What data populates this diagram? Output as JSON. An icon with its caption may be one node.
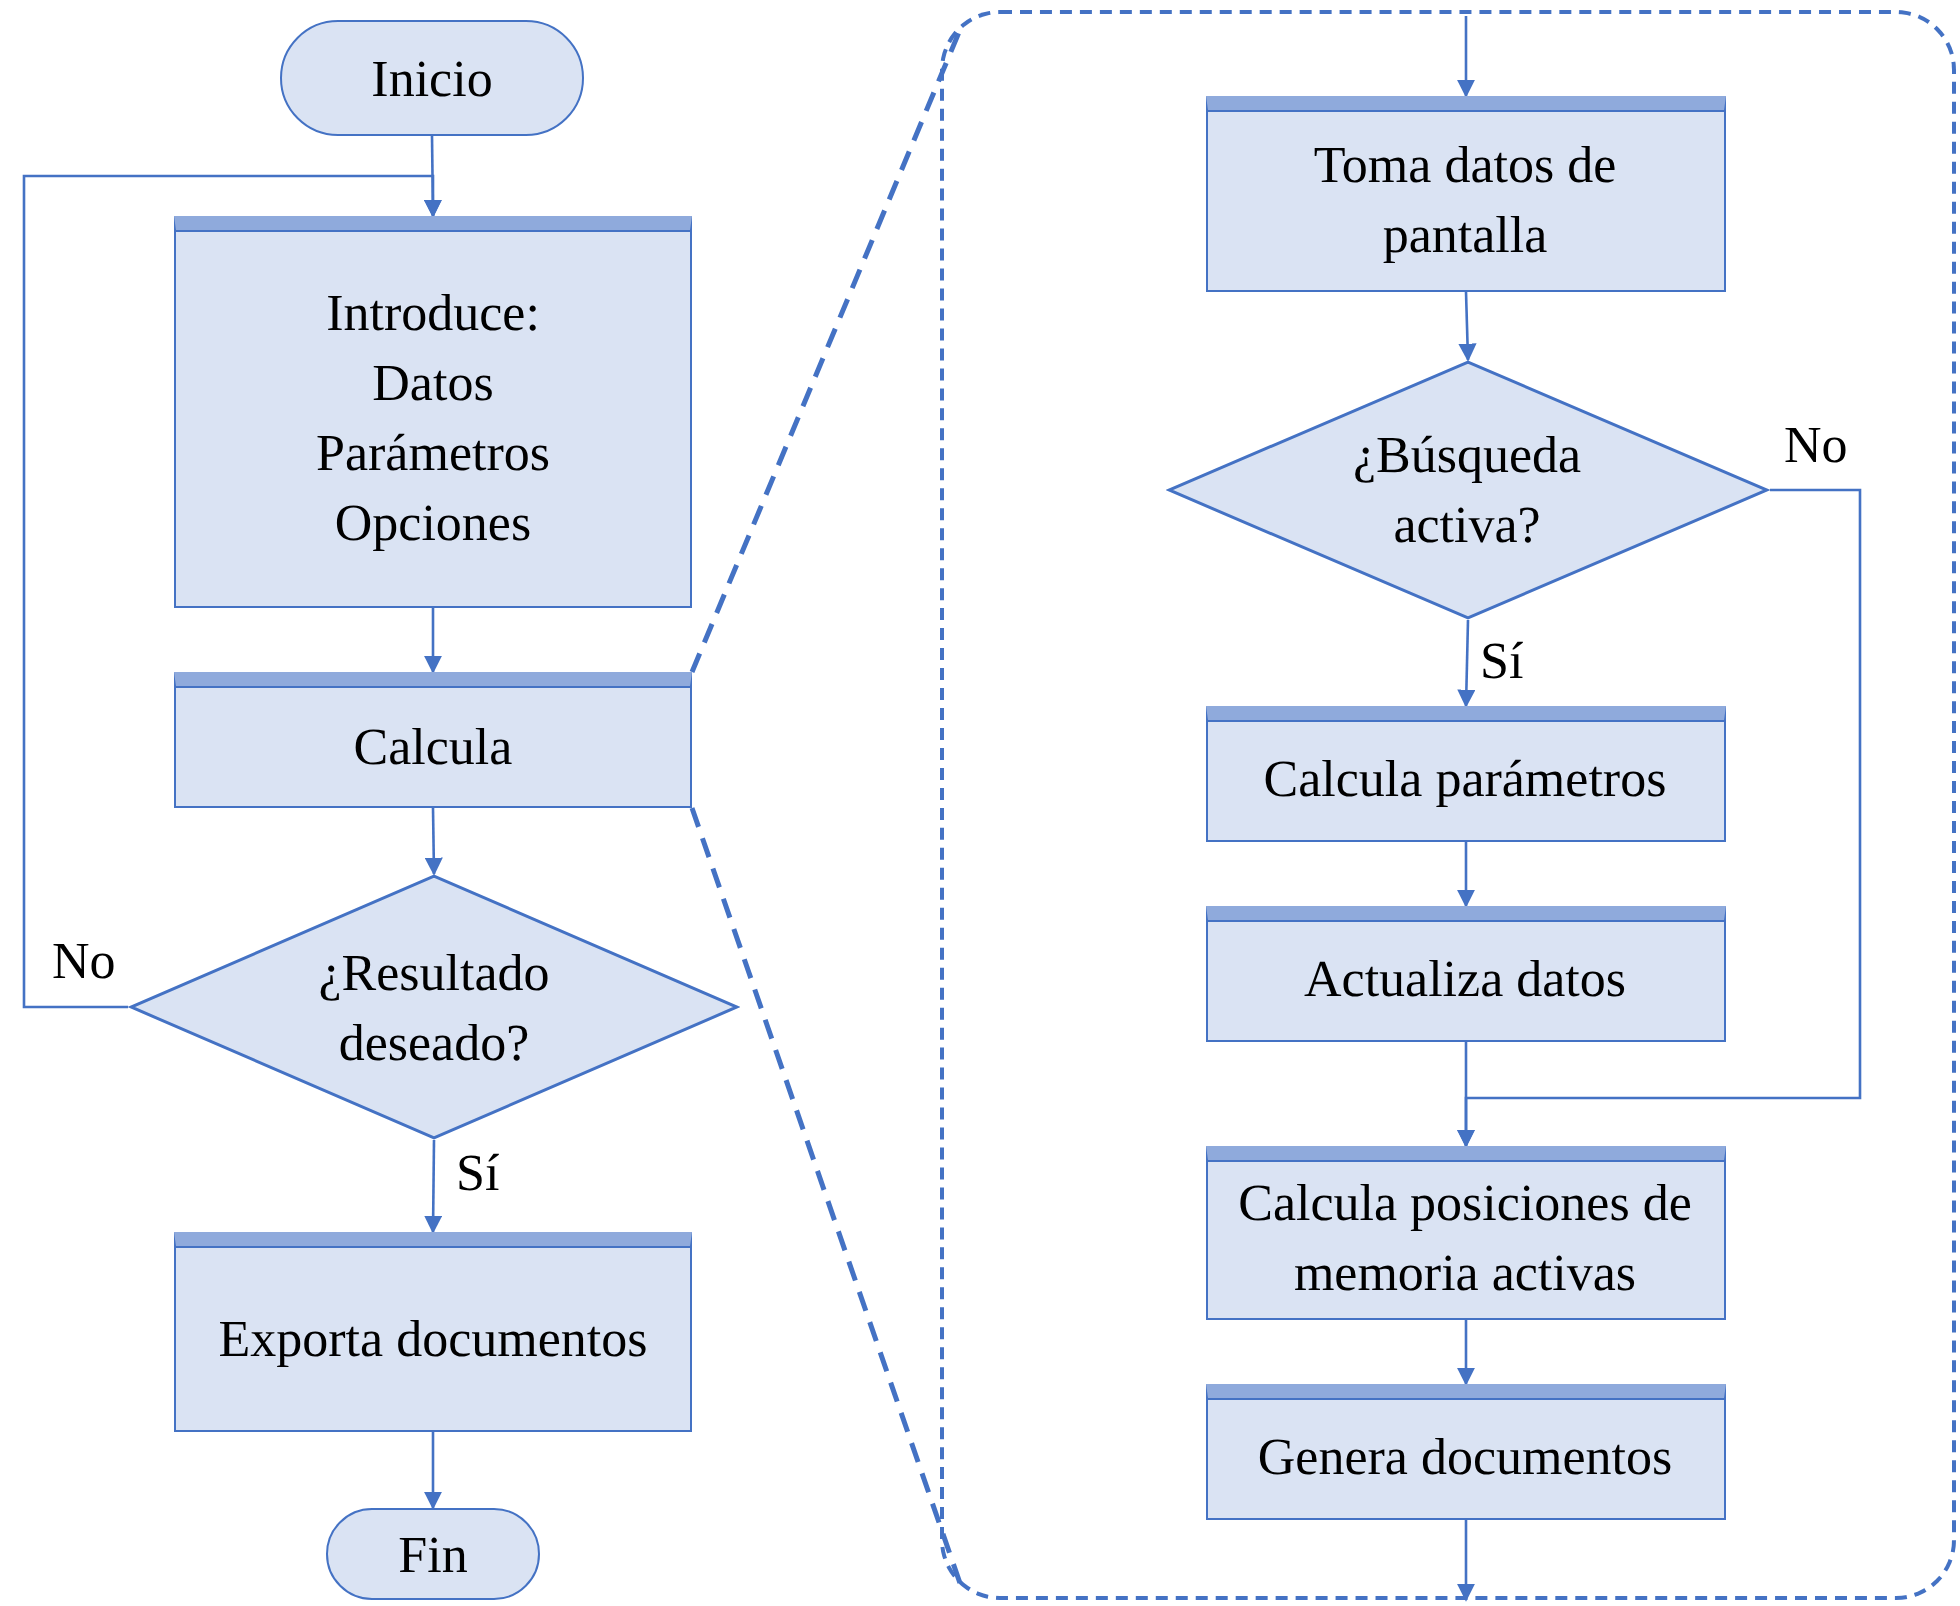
{
  "diagram": {
    "nodes": [
      {
        "text": [
          "Inicio"
        ]
      },
      {
        "text": [
          "Introduce:",
          "Datos",
          "Parámetros",
          "Opciones"
        ]
      },
      {
        "text": [
          "Calcula"
        ]
      },
      {
        "text": [
          "¿Resultado deseado?"
        ]
      },
      {
        "text": [
          "Exporta documentos"
        ]
      },
      {
        "text": [
          "Fin"
        ]
      },
      {
        "text": [],
        "shape": "box"
      },
      {
        "text": [
          "Toma datos de pantalla"
        ],
        "in": 6
      },
      {
        "text": [
          "¿Búsqueda activa?"
        ],
        "in": 6
      },
      {
        "text": [
          "Calcula parámetros"
        ],
        "in": 6
      },
      {
        "text": [
          "Actualiza datos"
        ],
        "in": 6
      },
      {
        "text": [
          "Calcula posiciones de memoria activas"
        ],
        "in": 6
      },
      {
        "text": [
          "Genera documentos"
        ],
        "in": 6
      }
    ],
    "edges": [
      {
        "from": 0,
        "to": 1,
        "arrow": "to"
      },
      {
        "from": 1,
        "to": 2,
        "arrow": "to"
      },
      {
        "from": 2,
        "to": 3,
        "arrow": "to"
      },
      {
        "from": 3,
        "to": 4,
        "arrow": "to",
        "label": "Sí"
      },
      {
        "from": 3,
        "to": 1,
        "arrow": "to",
        "label": "No"
      },
      {
        "from": 4,
        "to": 5,
        "arrow": "to"
      },
      {
        "from": 2,
        "to": 6,
        "arrow": "none",
        "style": "dashed"
      },
      {
        "from": 2,
        "to": 6,
        "arrow": "none",
        "style": "dashed"
      },
      {
        "from": null,
        "to": 7,
        "arrow": "to"
      },
      {
        "from": 7,
        "to": 8,
        "arrow": "to"
      },
      {
        "from": 8,
        "to": 9,
        "arrow": "to",
        "label": "Sí"
      },
      {
        "from": 9,
        "to": 10,
        "arrow": "to"
      },
      {
        "from": 10,
        "to": 11,
        "arrow": "to"
      },
      {
        "from": 8,
        "to": 11,
        "arrow": "to",
        "label": "No"
      },
      {
        "from": 11,
        "to": 12,
        "arrow": "to"
      },
      {
        "from": 12,
        "to": null,
        "arrow": "to"
      }
    ]
  }
}
